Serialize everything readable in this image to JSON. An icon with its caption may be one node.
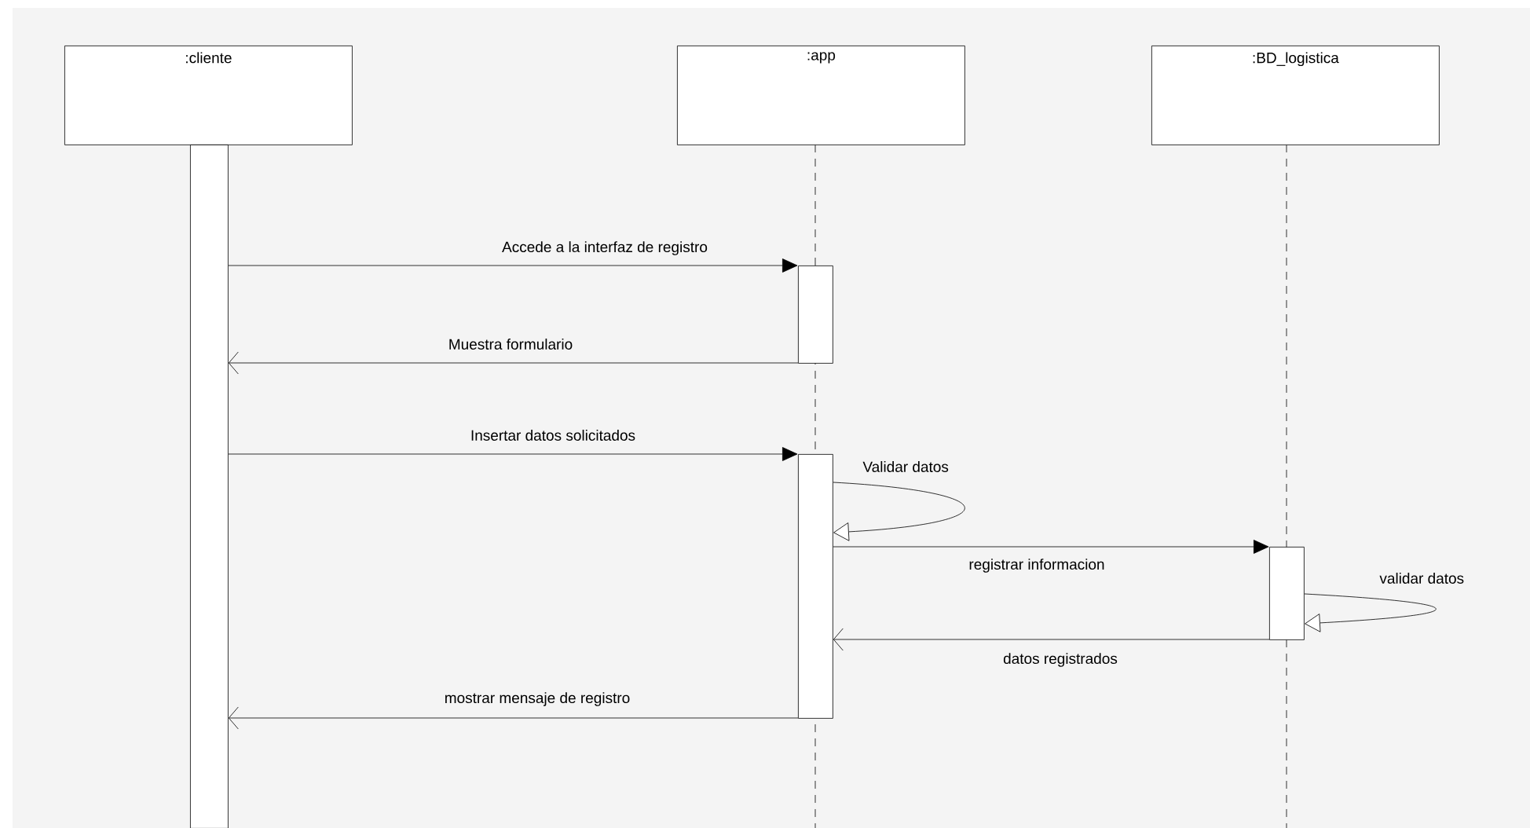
{
  "diagram": {
    "nodes": [
      {
        "text": [
          ":cliente"
        ]
      },
      {
        "text": [
          ":app"
        ]
      },
      {
        "text": [
          ":BD_logistica"
        ]
      },
      {
        "text": [],
        "shape": "bar"
      },
      {
        "text": [],
        "shape": "bar"
      },
      {
        "text": [],
        "shape": "bar"
      },
      {
        "text": [],
        "shape": "bar"
      }
    ],
    "edges": [
      {
        "from": 3,
        "to": 4,
        "arrow": "to",
        "label": "Accede a la interfaz de registro"
      },
      {
        "from": 4,
        "to": 3,
        "arrow": "to",
        "label": "Muestra formulario"
      },
      {
        "from": 3,
        "to": 5,
        "arrow": "to",
        "label": "Insertar datos solicitados"
      },
      {
        "from": 5,
        "to": 5,
        "arrow": "to",
        "label": "Validar datos"
      },
      {
        "from": 5,
        "to": 6,
        "arrow": "to",
        "label": "registrar informacion"
      },
      {
        "from": 6,
        "to": 6,
        "arrow": "to",
        "label": "validar datos"
      },
      {
        "from": 6,
        "to": 5,
        "arrow": "to",
        "label": "datos registrados"
      },
      {
        "from": 5,
        "to": 3,
        "arrow": "to",
        "label": "mostrar mensaje de registro"
      }
    ]
  }
}
